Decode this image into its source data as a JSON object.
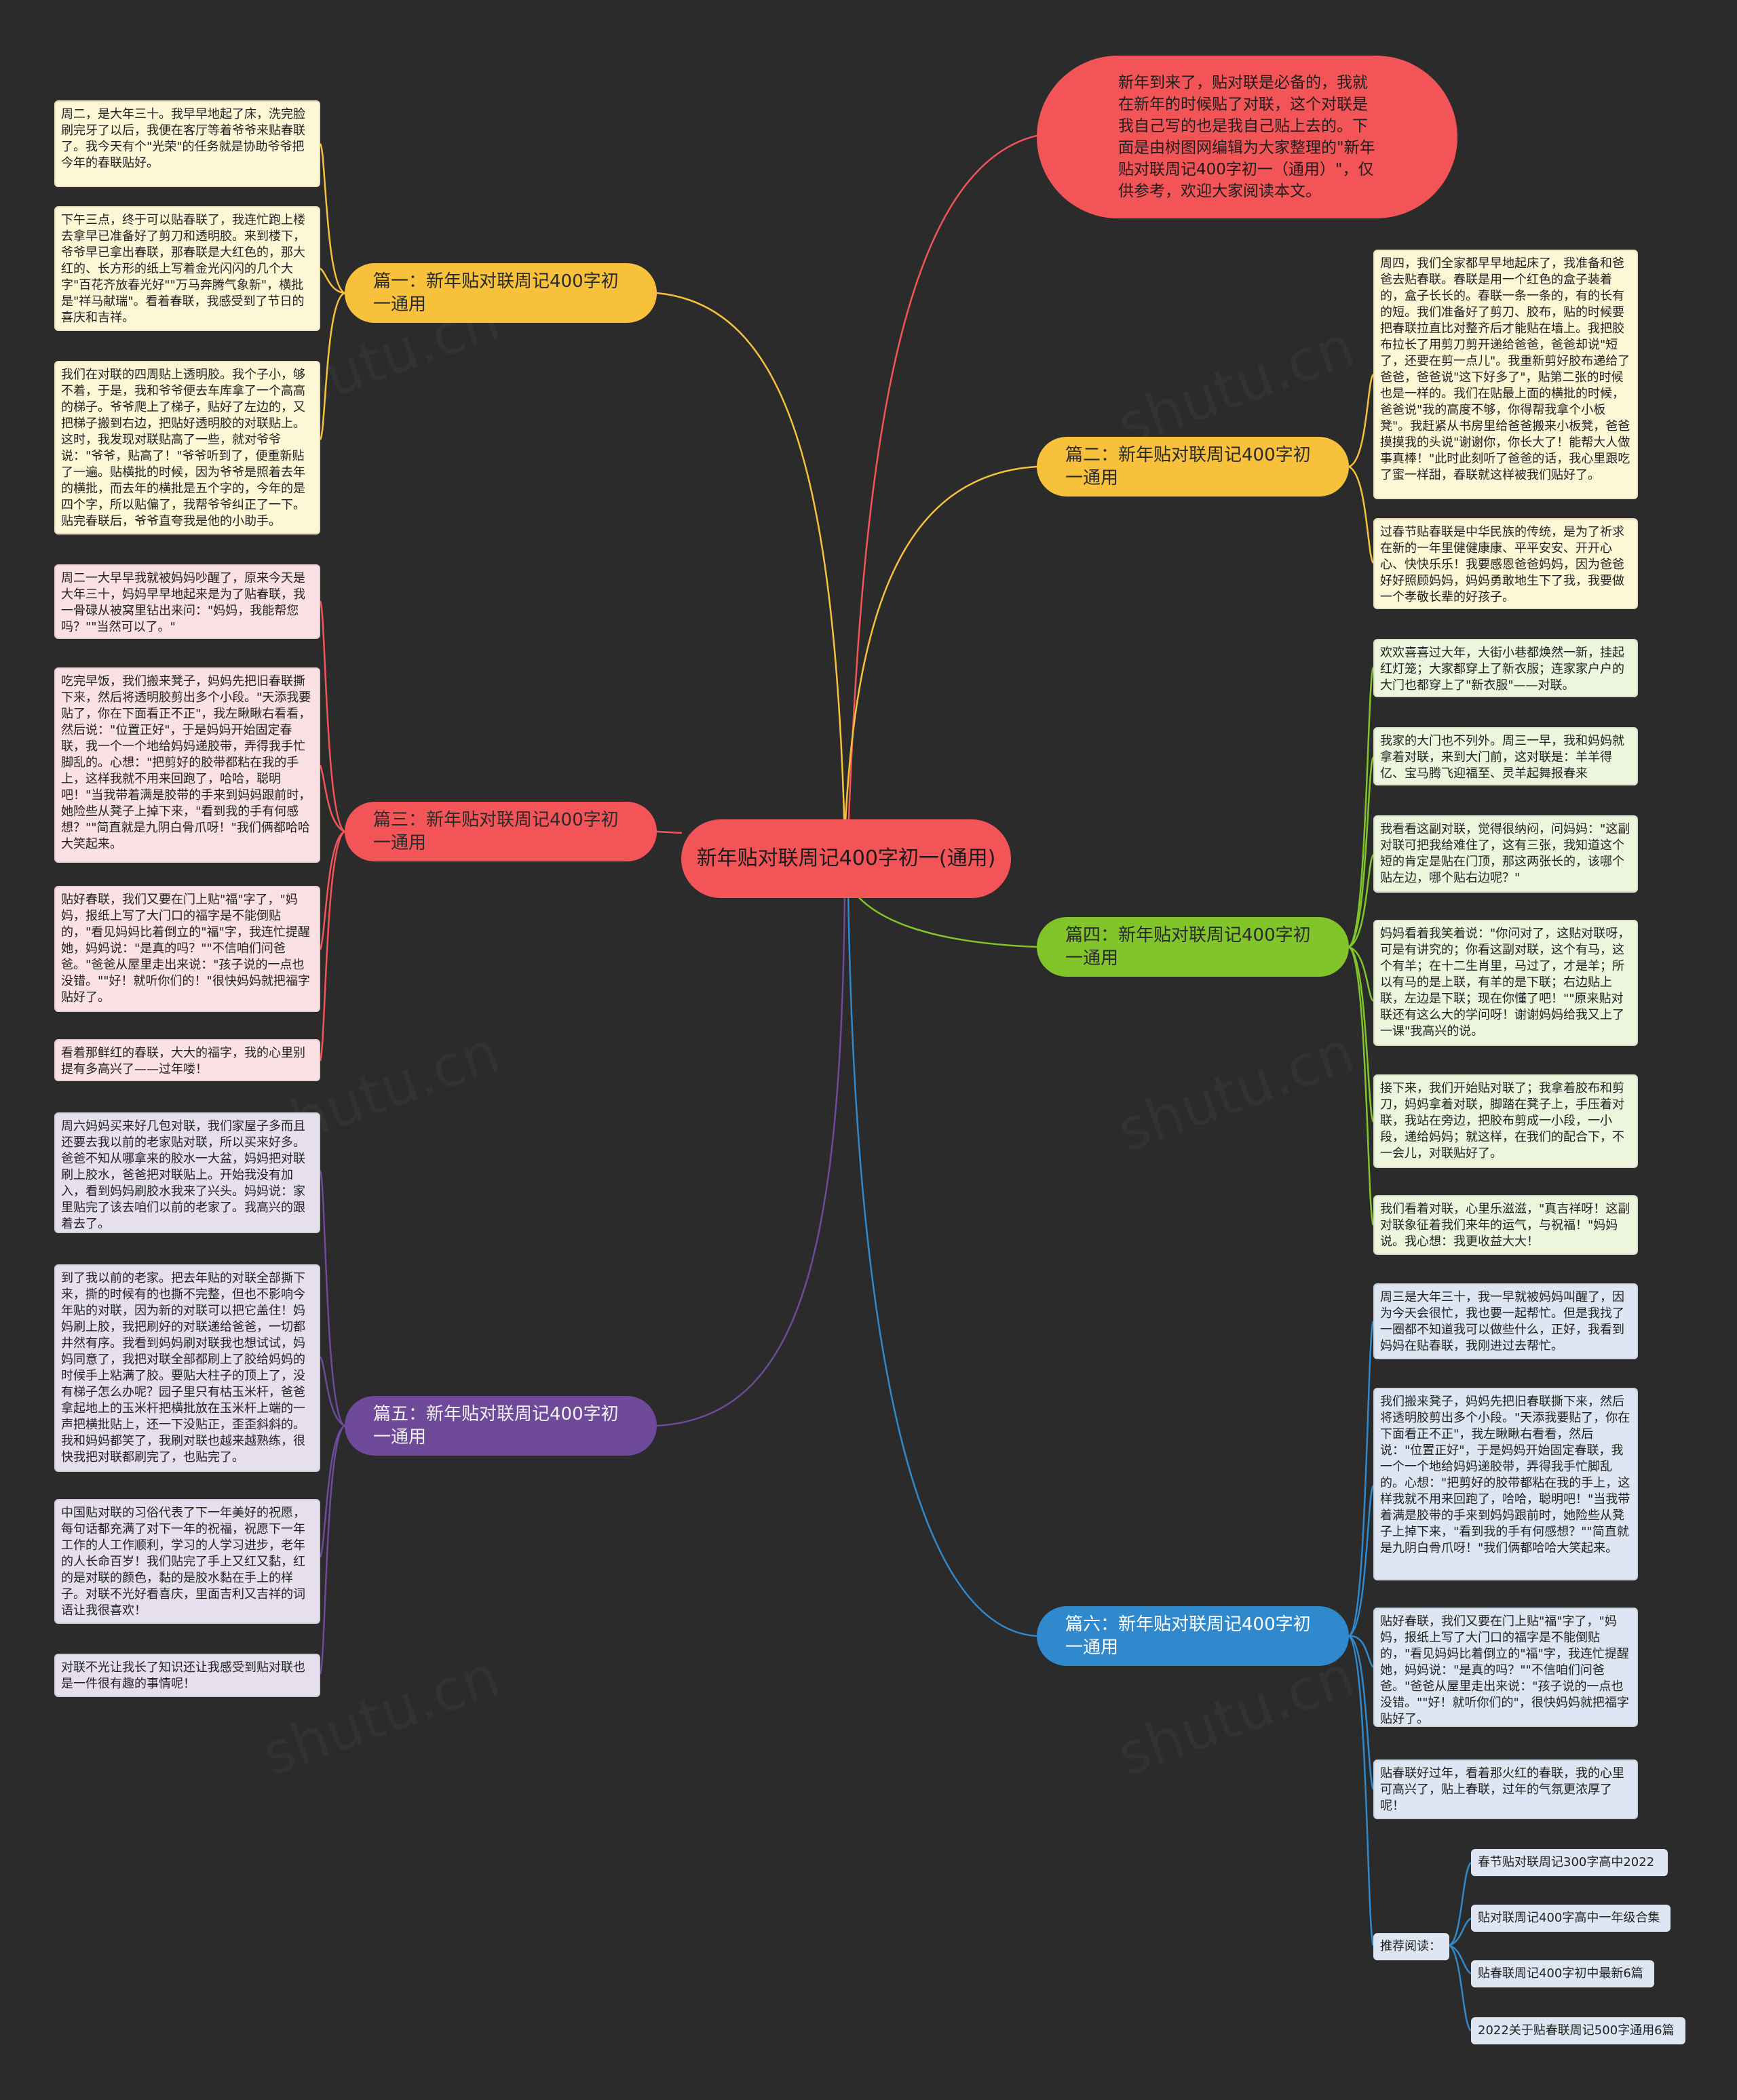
{
  "colors": {
    "background": "#2b2b2b",
    "root": "#f35458",
    "intro": "#f35458",
    "b1": "#f7c13b",
    "b2": "#f7c13b",
    "b3": "#f35458",
    "b4": "#82c52a",
    "b5": "#6f4a9a",
    "b6": "#2f89cc",
    "note_yellow": "#fdf7d5",
    "note_pink": "#fbe0e4",
    "note_green": "#edf5dc",
    "note_lilac": "#e6e0ee",
    "note_blue": "#dde6f2"
  },
  "watermark": "shutu.cn",
  "root": {
    "label": "新年贴对联周记400字初一(通用)"
  },
  "intro": {
    "text": "新年到来了，贴对联是必备的，我就在新年的时候贴了对联，这个对联是我自己写的也是我自己贴上去的。下面是由树图网编辑为大家整理的\"新年贴对联周记400字初一（通用）\"，仅供参考，欢迎大家阅读本文。"
  },
  "branches": [
    {
      "title": "篇一：新年贴对联周记400字初一通用",
      "notes": [
        "周二，是大年三十。我早早地起了床，洗完脸刷完牙了以后，我便在客厅等着爷爷来贴春联了。我今天有个\"光荣\"的任务就是协助爷爷把今年的春联贴好。",
        "下午三点，终于可以贴春联了，我连忙跑上楼去拿早已准备好了剪刀和透明胶。来到楼下，爷爷早已拿出春联，那春联是大红色的，那大红的、长方形的纸上写着金光闪闪的几个大字\"百花齐放春光好\"\"万马奔腾气象新\"，横批是\"祥马献瑞\"。看着春联，我感受到了节日的喜庆和吉祥。",
        "我们在对联的四周贴上透明胶。我个子小，够不着，于是，我和爷爷便去车库拿了一个高高的梯子。爷爷爬上了梯子，贴好了左边的，又把梯子搬到右边，把贴好透明胶的对联贴上。这时，我发现对联贴高了一些，就对爷爷说：\"爷爷，贴高了！\"爷爷听到了，便重新贴了一遍。贴横批的时候，因为爷爷是照着去年的横批，而去年的横批是五个字的，今年的是四个字，所以贴偏了，我帮爷爷纠正了一下。贴完春联后，爷爷直夸我是他的小助手。"
      ]
    },
    {
      "title": "篇二：新年贴对联周记400字初一通用",
      "notes": [
        "周四，我们全家都早早地起床了，我准备和爸爸去贴春联。春联是用一个红色的盒子装着的，盒子长长的。春联一条一条的，有的长有的短。我们准备好了剪刀、胶布，贴的时候要把春联拉直比对整齐后才能贴在墙上。我把胶布拉长了用剪刀剪开递给爸爸，爸爸却说\"短了，还要在剪一点儿\"。我重新剪好胶布递给了爸爸，爸爸说\"这下好多了\"，贴第二张的时候也是一样的。我们在贴最上面的横批的时候，爸爸说\"我的高度不够，你得帮我拿个小板凳\"。我赶紧从书房里给爸爸搬来小板凳，爸爸摸摸我的头说\"谢谢你，你长大了！能帮大人做事真棒！\"此时此刻听了爸爸的话，我心里跟吃了蜜一样甜，春联就这样被我们贴好了。",
        "过春节贴春联是中华民族的传统，是为了祈求在新的一年里健健康康、平平安安、开开心心、快快乐乐！我要感恩爸爸妈妈，因为爸爸好好照顾妈妈，妈妈勇敢地生下了我，我要做一个孝敬长辈的好孩子。"
      ]
    },
    {
      "title": "篇三：新年贴对联周记400字初一通用",
      "notes": [
        "周二一大早早我就被妈妈吵醒了，原来今天是大年三十，妈妈早早地起来是为了贴春联，我一骨碌从被窝里钻出来问：\"妈妈，我能帮您吗？\"\"当然可以了。\"",
        "吃完早饭，我们搬来凳子，妈妈先把旧春联撕下来，然后将透明胶剪出多个小段。\"天添我要贴了，你在下面看正不正\"，我左瞅瞅右看看，然后说：\"位置正好\"，于是妈妈开始固定春联，我一个一个地给妈妈递胶带，弄得我手忙脚乱的。心想：\"把剪好的胶带都粘在我的手上，这样我就不用来回跑了，哈哈，聪明吧！\"当我带着满是胶带的手来到妈妈跟前时，她险些从凳子上掉下来，\"看到我的手有何感想？\"\"简直就是九阴白骨爪呀！\"我们俩都哈哈大笑起来。",
        "贴好春联，我们又要在门上贴\"福\"字了，\"妈妈，报纸上写了大门口的福字是不能倒贴的，\"看见妈妈比着倒立的\"福\"字，我连忙提醒她，妈妈说：\"是真的吗？\"\"不信咱们问爸爸。\"爸爸从屋里走出来说：\"孩子说的一点也没错。\"\"好！就听你们的！\"很快妈妈就把福字贴好了。",
        "看着那鲜红的春联，大大的福字，我的心里别提有多高兴了——过年喽！"
      ]
    },
    {
      "title": "篇四：新年贴对联周记400字初一通用",
      "notes": [
        "欢欢喜喜过大年，大街小巷都焕然一新，挂起红灯笼；大家都穿上了新衣服；连家家户户的大门也都穿上了\"新衣服\"——对联。",
        "我家的大门也不列外。周三一早，我和妈妈就拿着对联，来到大门前，这对联是：羊羊得亿、宝马腾飞迎福至、灵羊起舞报春来",
        "我看看这副对联，觉得很纳闷，问妈妈：\"这副对联可把我给难住了，这有三张，我知道这个短的肯定是贴在门顶，那这两张长的，该哪个贴左边，哪个贴右边呢？\"",
        "妈妈看着我笑着说：\"你问对了，这贴对联呀，可是有讲究的；你看这副对联，这个有马，这个有羊；在十二生肖里，马过了，才是羊；所以有马的是上联，有羊的是下联；右边贴上联，左边是下联；现在你懂了吧！\"\"原来贴对联还有这么大的学问呀！谢谢妈妈给我又上了一课\"我高兴的说。",
        "接下来，我们开始贴对联了；我拿着胶布和剪刀，妈妈拿着对联，脚踏在凳子上，手压着对联，我站在旁边，把胶布剪成一小段，一小段，递给妈妈；就这样，在我们的配合下，不一会儿，对联贴好了。",
        "我们看着对联，心里乐滋滋，\"真吉祥呀！这副对联象征着我们来年的运气，与祝福！\"妈妈说。我心想：我更收益大大！"
      ]
    },
    {
      "title": "篇五：新年贴对联周记400字初一通用",
      "notes": [
        "周六妈妈买来好几包对联，我们家屋子多而且还要去我以前的老家贴对联，所以买来好多。爸爸不知从哪拿来的胶水一大盆，妈妈把对联刷上胶水，爸爸把对联贴上。开始我没有加入，看到妈妈刷胶水我来了兴头。妈妈说：家里贴完了该去咱们以前的老家了。我高兴的跟着去了。",
        "到了我以前的老家。把去年贴的对联全部撕下来，撕的时候有的也撕不完整，但也不影响今年贴的对联，因为新的对联可以把它盖住！妈妈刷上胶，我把刷好的对联递给爸爸，一切都井然有序。我看到妈妈刷对联我也想试试，妈妈同意了，我把对联全部都刷上了胶给妈妈的时候手上粘满了胶。要贴大柱子的顶上了，没有梯子怎么办呢？园子里只有枯玉米杆，爸爸拿起地上的玉米杆把横批放在玉米杆上端的一声把横批贴上，还一下没贴正，歪歪斜斜的。我和妈妈都笑了，我刷对联也越来越熟练，很快我把对联都刷完了，也贴完了。",
        "中国贴对联的习俗代表了下一年美好的祝愿，每句话都充满了对下一年的祝福，祝愿下一年工作的人工作顺利，学习的人学习进步，老年的人长命百岁！我们贴完了手上又红又黏，红的是对联的颜色，黏的是胶水黏在手上的样子。对联不光好看喜庆，里面吉利又吉祥的词语让我很喜欢！",
        "对联不光让我长了知识还让我感受到贴对联也是一件很有趣的事情呢！"
      ]
    },
    {
      "title": "篇六：新年贴对联周记400字初一通用",
      "notes": [
        "周三是大年三十，我一早就被妈妈叫醒了，因为今天会很忙，我也要一起帮忙。但是我找了一圈都不知道我可以做些什么，正好，我看到妈妈在贴春联，我刚进过去帮忙。",
        "我们搬来凳子，妈妈先把旧春联撕下来，然后将透明胶剪出多个小段。\"天添我要贴了，你在下面看正不正\"，我左瞅瞅右看看，然后说：\"位置正好\"，于是妈妈开始固定春联，我一个一个地给妈妈递胶带，弄得我手忙脚乱的。心想：\"把剪好的胶带都粘在我的手上，这样我就不用来回跑了，哈哈，聪明吧！\"当我带着满是胶带的手来到妈妈跟前时，她险些从凳子上掉下来，\"看到我的手有何感想？\"\"简直就是九阴白骨爪呀！\"我们俩都哈哈大笑起来。",
        "贴好春联，我们又要在门上贴\"福\"字了，\"妈妈，报纸上写了大门口的福字是不能倒贴的，\"看见妈妈比着倒立的\"福\"字，我连忙提醒她，妈妈说：\"是真的吗？\"\"不信咱们问爸爸。\"爸爸从屋里走出来说：\"孩子说的一点也没错。\"\"好！就听你们的\"，很快妈妈就把福字贴好了。",
        "贴春联好过年，看着那火红的春联，我的心里可高兴了，贴上春联，过年的气氛更浓厚了呢！"
      ],
      "recommend": {
        "label": "推荐阅读：",
        "items": [
          "春节贴对联周记300字高中2022",
          "贴对联周记400字高中一年级合集",
          "贴春联周记400字初中最新6篇",
          "2022关于贴春联周记500字通用6篇"
        ]
      }
    }
  ]
}
